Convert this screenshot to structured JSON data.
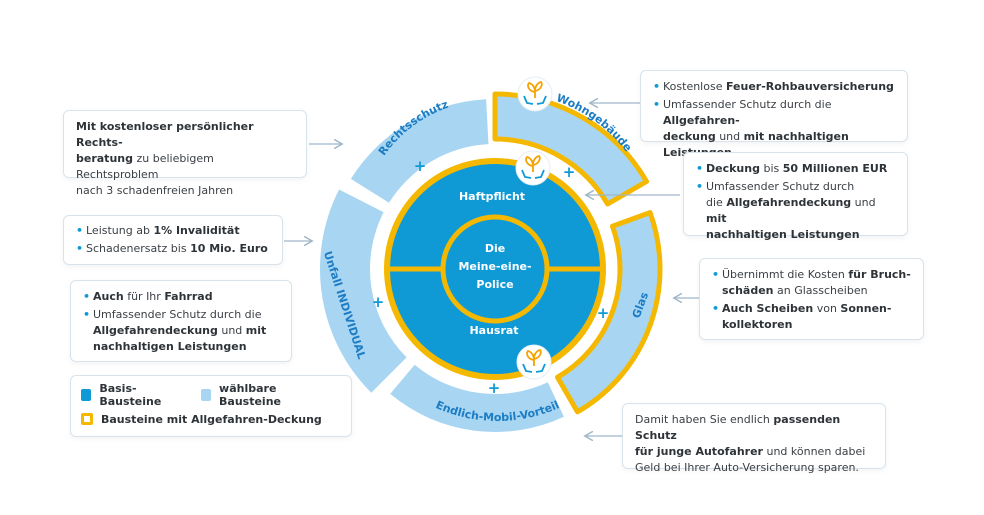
{
  "colors": {
    "basis": "#0f9ad6",
    "waehlbar": "#a8d6f2",
    "allgefahren": "#f5b800",
    "label_text": "#1c7cc4",
    "plus": "#0f9ad6"
  },
  "center": {
    "line1": "Die",
    "line2": "Meine-eine-",
    "line3": "Police"
  },
  "inner_segments": {
    "haftpflicht": "Haftpflicht",
    "hausrat": "Hausrat"
  },
  "outer_segments": {
    "rechtsschutz": "Rechtsschutz",
    "wohngebaeude": "Wohngebäude",
    "glas": "Glas",
    "endlich_mobil": "Endlich-Mobil-Vorteil",
    "unfall": "Unfall INDIVIDUAL"
  },
  "icons": [
    "plant-hands-icon",
    "plant-hands-icon",
    "plant-hands-icon"
  ],
  "plus_symbol": "+",
  "boxes": {
    "rechtsschutz": {
      "bold": "Mit kostenloser persönlicher Rechts-",
      "bold2": "beratung",
      "rest": " zu beliebigem Rechtsproblem",
      "rest2": "nach 3 schadenfreien Jahren"
    },
    "unfall": {
      "item1_pre": "Leistung ab ",
      "item1_bold": "1% Invalidität",
      "item2_pre": "Schadenersatz bis ",
      "item2_bold": "10 Mio. Euro"
    },
    "fahrrad": {
      "item1_bold": "Auch",
      "item1_mid": " für Ihr ",
      "item1_bold2": "Fahrrad",
      "item2_pre": "Umfassender Schutz durch die",
      "item2_bold": "Allgefahrendeckung",
      "item2_mid": " und ",
      "item2_bold2": "mit",
      "item2_bold3": "nachhaltigen Leistungen"
    },
    "wohngebaeude": {
      "item1_pre": "Kostenlose ",
      "item1_bold": "Feuer-Rohbauversicherung",
      "item2_pre": "Umfassender Schutz durch die ",
      "item2_bold": "Allgefahren-",
      "item2_bold2": "deckung",
      "item2_mid": " und ",
      "item2_bold3": "mit nachhaltigen Leistungen"
    },
    "haftpflicht": {
      "item1_bold": "Deckung",
      "item1_mid": " bis ",
      "item1_bold2": "50 Millionen EUR",
      "item2_pre": "Umfassender Schutz durch",
      "item2_pre2": "die ",
      "item2_bold": "Allgefahrendeckung",
      "item2_mid": " und ",
      "item2_bold2": "mit",
      "item2_bold3": "nachhaltigen Leistungen"
    },
    "glas": {
      "item1_pre": "Übernimmt die Kosten ",
      "item1_bold": "für Bruch-",
      "item1_bold2": "schäden",
      "item1_rest": " an Glasscheiben",
      "item2_bold": "Auch Scheiben",
      "item2_mid": " von ",
      "item2_bold2": "Sonnen-",
      "item2_bold3": "kollektoren"
    },
    "mobil": {
      "pre": "Damit haben Sie endlich ",
      "bold": "passenden Schutz",
      "bold2": "für junge Autofahrer",
      "mid": " und können dabei",
      "rest": "Geld bei Ihrer Auto-Versicherung sparen."
    }
  },
  "legend": {
    "basis": "Basis-Bausteine",
    "waehlbar": "wählbare Bausteine",
    "allgefahren": "Bausteine mit Allgefahren-Deckung"
  }
}
